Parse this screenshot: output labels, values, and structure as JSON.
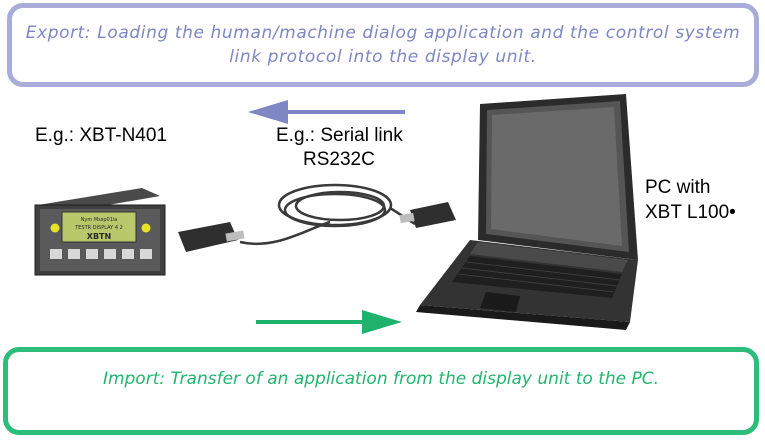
{
  "export_text": "Export: Loading the human/machine dialog application and the control system link protocol into the display unit.",
  "import_text": "Import: Transfer of an application from the display unit to the PC.",
  "device_label": "E.g.: XBT-N401",
  "link_label": "E.g.: Serial link",
  "link_standard": "RS232C",
  "pc_label_line1": "PC with",
  "pc_label_line2": "XBT L100•",
  "display_screen": {
    "line1": "Nym Mssp01ia",
    "line2": "TESTR DISPLAY 4 2",
    "line3": "XBTN"
  },
  "colors": {
    "export": "#a7acd8",
    "export_text": "#7e86c4",
    "import": "#2dbd7a",
    "import_text": "#22b56f"
  },
  "icons": {
    "export_arrow": "arrow-left-icon",
    "import_arrow": "arrow-right-icon"
  }
}
